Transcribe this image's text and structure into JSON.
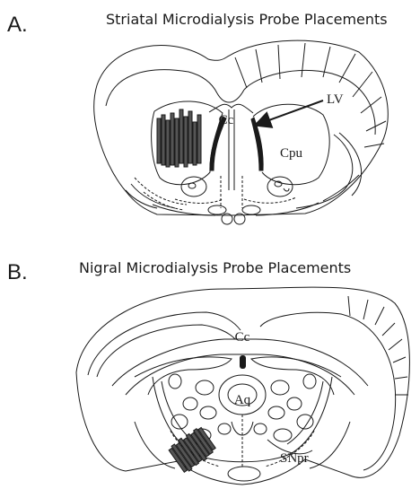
{
  "panel_a": {
    "letter": "A.",
    "title": "Striatal Microdialysis Probe Placements",
    "labels": {
      "cc": "Cc",
      "lv": "LV",
      "cpu": "Cpu"
    }
  },
  "panel_b": {
    "letter": "B.",
    "title": "Nigral Microdialysis Probe Placements",
    "labels": {
      "cc": "Cc",
      "aq": "Aq",
      "snpr": "SNpr"
    }
  },
  "colors": {
    "ink": "#1a1a1a",
    "probe_fill": "#555555"
  }
}
